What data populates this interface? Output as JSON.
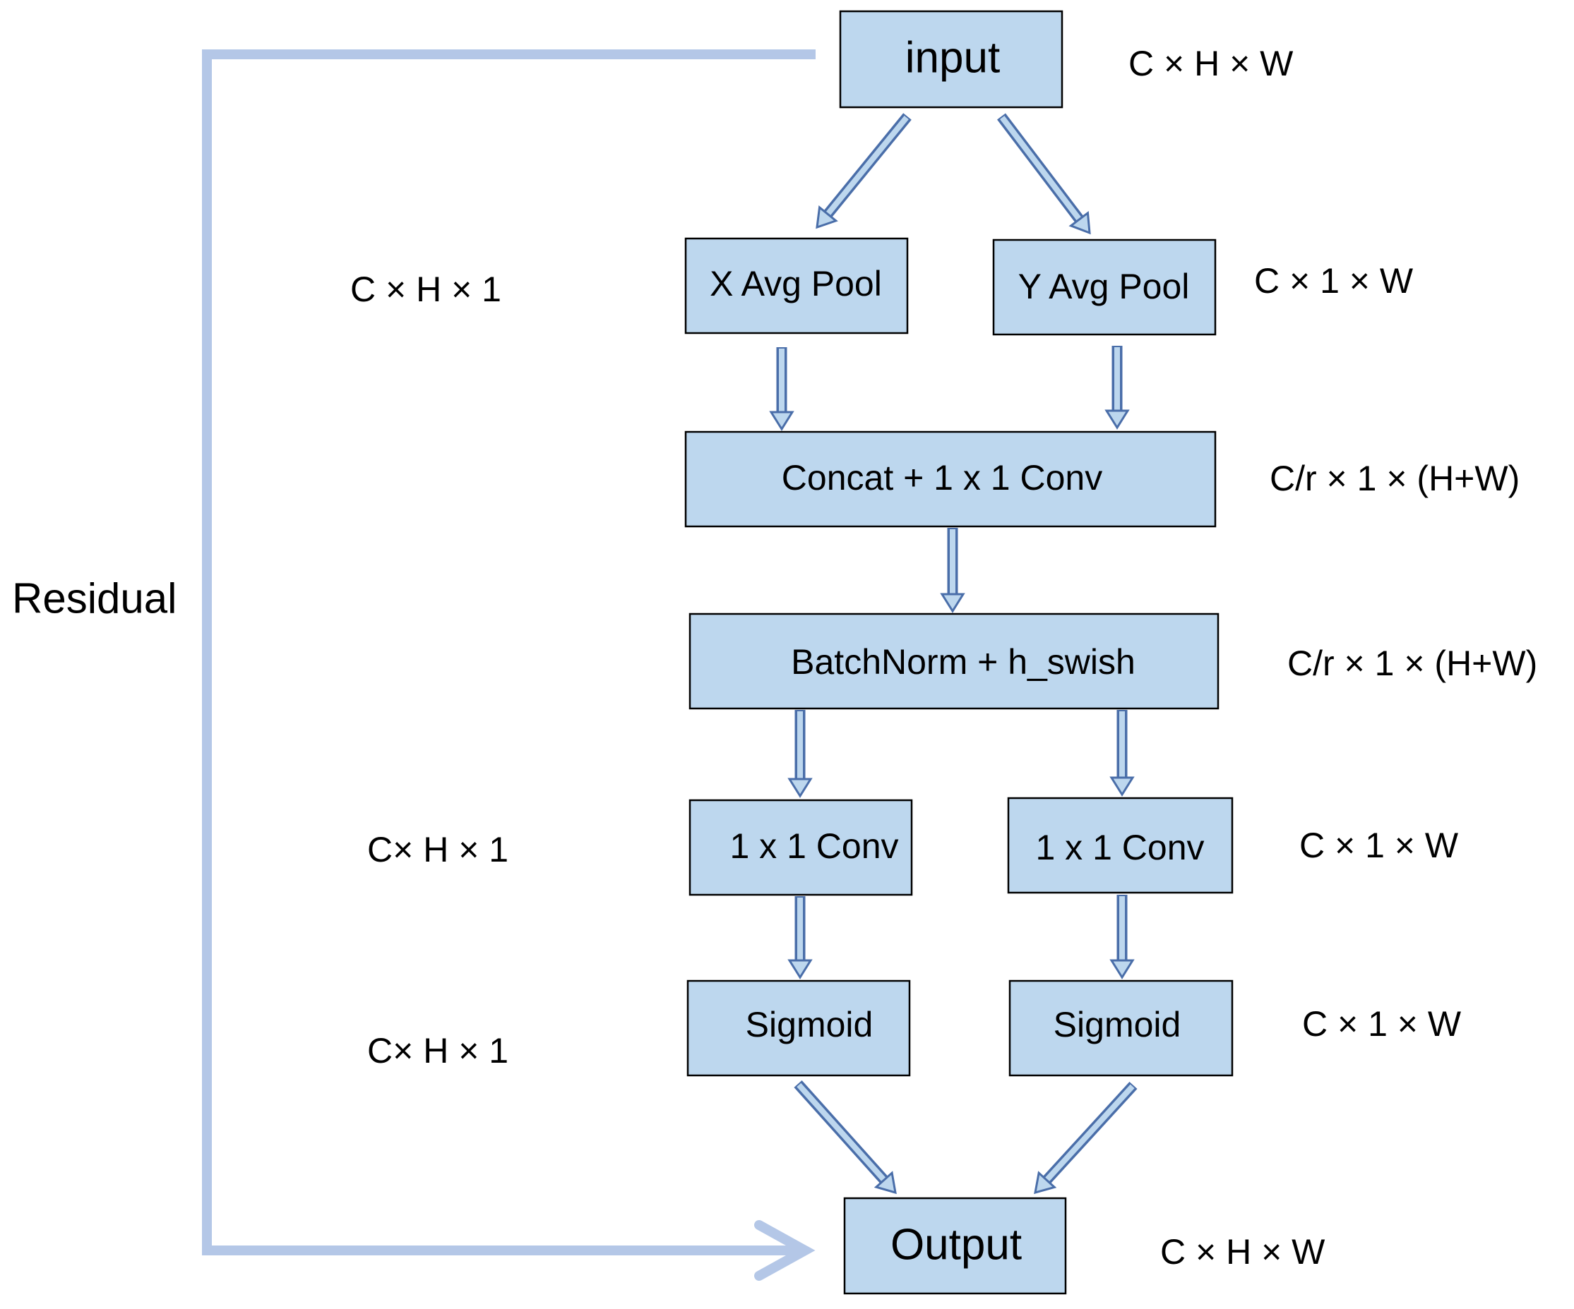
{
  "nodes": {
    "input": "input",
    "x_avg_pool": "X Avg Pool",
    "y_avg_pool": "Y Avg Pool",
    "concat_conv": "Concat + 1 x 1 Conv",
    "batchnorm": "BatchNorm + h_swish",
    "conv_left": "1 x 1 Conv",
    "conv_right": "1 x 1 Conv",
    "sigmoid_left": "Sigmoid",
    "sigmoid_right": "Sigmoid",
    "output": "Output"
  },
  "dims": {
    "input": "C × H × W",
    "x_pool": "C × H × 1",
    "y_pool": "C × 1 × W",
    "concat": "C/r × 1 × (H+W)",
    "batchnorm": "C/r × 1 × (H+W)",
    "conv_left": "C× H × 1",
    "conv_right": "C × 1 × W",
    "sigmoid_left": "C× H × 1",
    "sigmoid_right": "C × 1 × W",
    "output": "C × H × W"
  },
  "residual_label": "Residual",
  "colors": {
    "box_fill": "#bdd7ee",
    "arrow_outline": "#4a6ea9",
    "residual_line": "#b4c7e7"
  }
}
